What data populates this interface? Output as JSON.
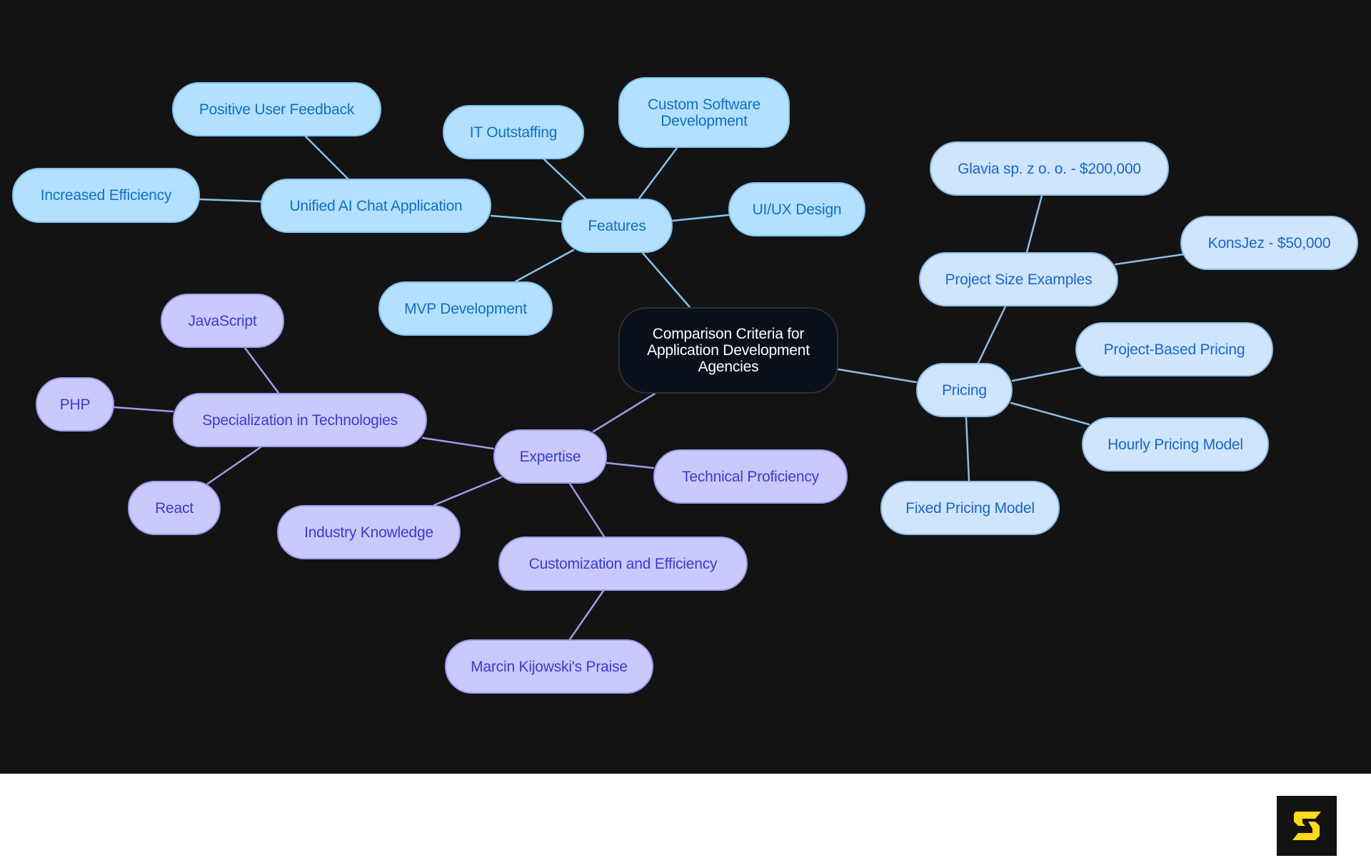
{
  "diagram": {
    "type": "mind-map",
    "root": {
      "id": "root",
      "label": "Comparison Criteria for Application Development Agencies"
    },
    "colors": {
      "background": "#131313",
      "root_fill": "#0b111a",
      "features_fill": "#b3e0fe",
      "features_text": "#1070c0",
      "features_edge": "#84c4ef",
      "pricing_fill": "#cfe5fb",
      "pricing_text": "#1b66c8",
      "pricing_edge": "#8fbbe8",
      "expertise_fill": "#c9c9fd",
      "expertise_text": "#3b3bcc",
      "expertise_edge": "#9c9cec",
      "logo_accent": "#ffd91a"
    },
    "nodes": {
      "features": {
        "label": "Features"
      },
      "custom_software": {
        "label": "Custom Software Development"
      },
      "it_outstaffing": {
        "label": "IT Outstaffing"
      },
      "unified_ai": {
        "label": "Unified AI Chat Application"
      },
      "positive_feedback": {
        "label": "Positive User Feedback"
      },
      "increased_efficiency": {
        "label": "Increased Efficiency"
      },
      "uiux": {
        "label": "UI/UX Design"
      },
      "mvp": {
        "label": "MVP Development"
      },
      "pricing": {
        "label": "Pricing"
      },
      "project_size": {
        "label": "Project Size Examples"
      },
      "glavia": {
        "label": "Glavia sp. z o. o. - $200,000"
      },
      "konsjez": {
        "label": "KonsJez - $50,000"
      },
      "project_based": {
        "label": "Project-Based Pricing"
      },
      "hourly": {
        "label": "Hourly Pricing Model"
      },
      "fixed": {
        "label": "Fixed Pricing Model"
      },
      "expertise": {
        "label": "Expertise"
      },
      "specialization": {
        "label": "Specialization in Technologies"
      },
      "javascript": {
        "label": "JavaScript"
      },
      "php": {
        "label": "PHP"
      },
      "react": {
        "label": "React"
      },
      "industry": {
        "label": "Industry Knowledge"
      },
      "technical": {
        "label": "Technical Proficiency"
      },
      "customization": {
        "label": "Customization and Efficiency"
      },
      "marcin": {
        "label": "Marcin Kijowski's Praise"
      }
    },
    "edges": [
      [
        "root",
        "features"
      ],
      [
        "root",
        "pricing"
      ],
      [
        "root",
        "expertise"
      ],
      [
        "features",
        "custom_software"
      ],
      [
        "features",
        "it_outstaffing"
      ],
      [
        "features",
        "unified_ai"
      ],
      [
        "features",
        "uiux"
      ],
      [
        "features",
        "mvp"
      ],
      [
        "unified_ai",
        "positive_feedback"
      ],
      [
        "unified_ai",
        "increased_efficiency"
      ],
      [
        "pricing",
        "project_size"
      ],
      [
        "pricing",
        "project_based"
      ],
      [
        "pricing",
        "hourly"
      ],
      [
        "pricing",
        "fixed"
      ],
      [
        "project_size",
        "glavia"
      ],
      [
        "project_size",
        "konsjez"
      ],
      [
        "expertise",
        "specialization"
      ],
      [
        "expertise",
        "industry"
      ],
      [
        "expertise",
        "technical"
      ],
      [
        "expertise",
        "customization"
      ],
      [
        "specialization",
        "javascript"
      ],
      [
        "specialization",
        "php"
      ],
      [
        "specialization",
        "react"
      ],
      [
        "customization",
        "marcin"
      ]
    ]
  },
  "footer": {
    "logo": {
      "icon": "s-logo-icon",
      "letter": "S"
    }
  }
}
